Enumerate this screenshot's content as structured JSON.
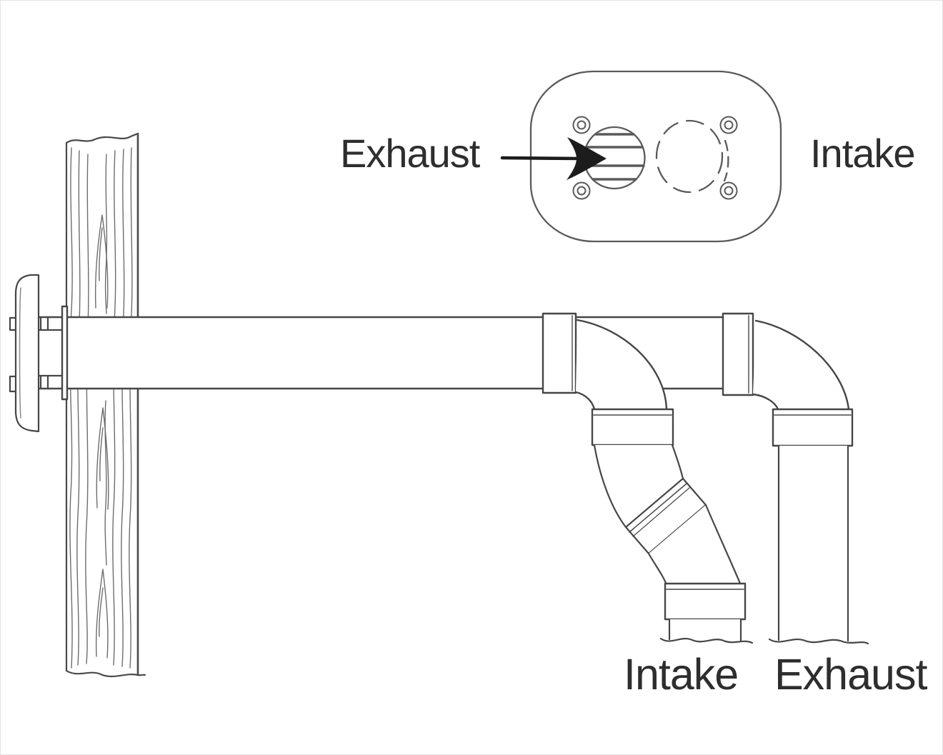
{
  "diagram": {
    "colors": {
      "background": "#ffffff",
      "line": "#464646",
      "text": "#2e2e2e"
    },
    "vent_plate": {
      "exhaust_label": "Exhaust",
      "intake_label": "Intake"
    },
    "pipe_ends": {
      "intake_label": "Intake",
      "exhaust_label": "Exhaust"
    }
  }
}
